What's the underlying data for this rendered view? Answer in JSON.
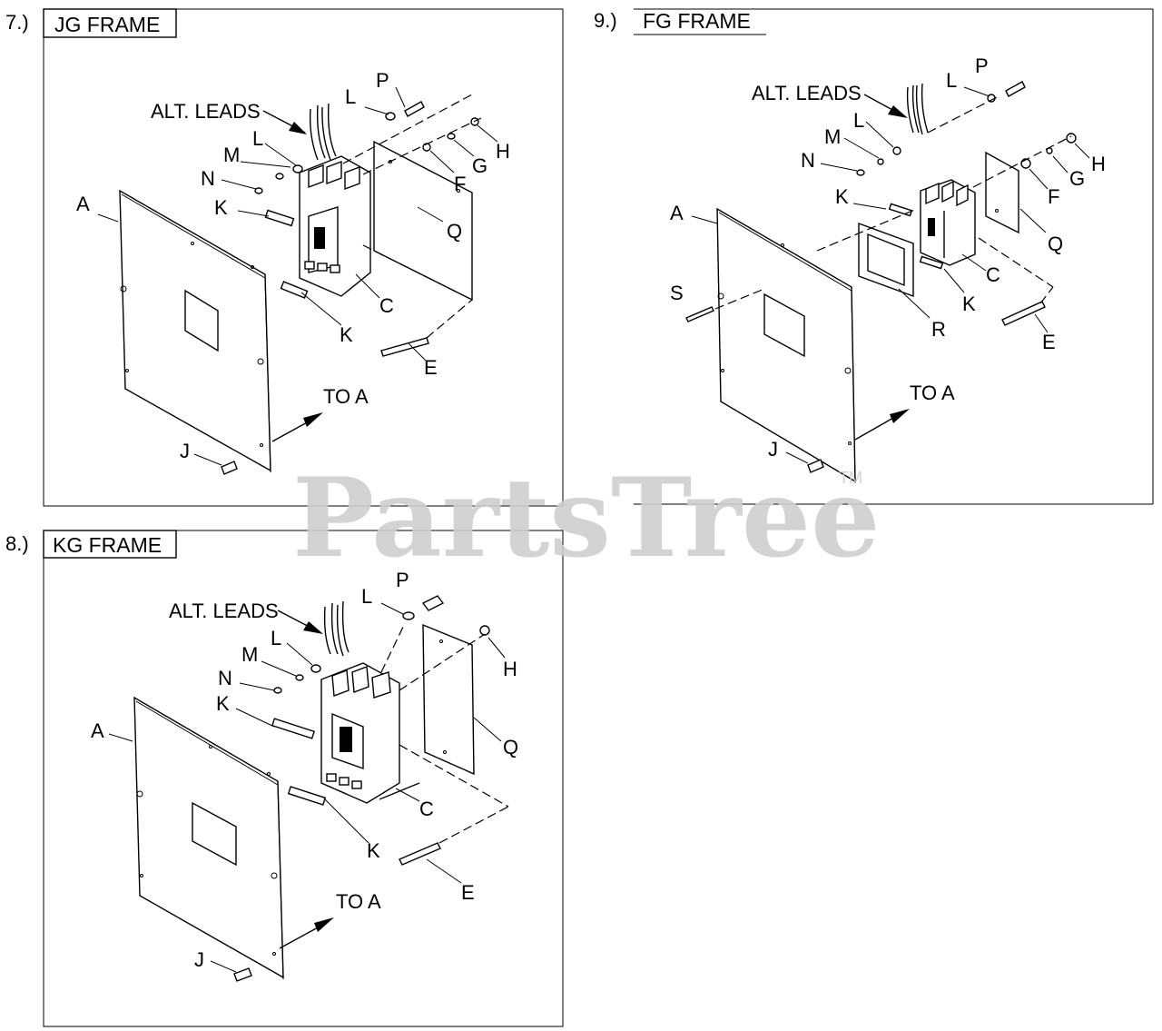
{
  "watermark": {
    "text": "PartsTree",
    "trademark": "TM"
  },
  "panels": [
    {
      "number": "7.)",
      "title": "JG FRAME",
      "labels": {
        "alt_leads": "ALT. LEADS",
        "P": "P",
        "L1": "L",
        "L2": "L",
        "M": "M",
        "N": "N",
        "G": "G",
        "H": "H",
        "F": "F",
        "A": "A",
        "K1": "K",
        "K2": "K",
        "Q": "Q",
        "C": "C",
        "E": "E",
        "to_a": "TO A",
        "J": "J"
      }
    },
    {
      "number": "8.)",
      "title": "KG FRAME",
      "labels": {
        "alt_leads": "ALT. LEADS",
        "P": "P",
        "L1": "L",
        "L2": "L",
        "M": "M",
        "N": "N",
        "H": "H",
        "A": "A",
        "K1": "K",
        "K2": "K",
        "Q": "Q",
        "C": "C",
        "E": "E",
        "to_a": "TO A",
        "J": "J"
      }
    },
    {
      "number": "9.)",
      "title": "FG FRAME",
      "labels": {
        "alt_leads": "ALT. LEADS",
        "P": "P",
        "L1": "L",
        "L2": "L",
        "M": "M",
        "N": "N",
        "H": "H",
        "G": "G",
        "F": "F",
        "K1": "K",
        "K2": "K",
        "A": "A",
        "Q": "Q",
        "S": "S",
        "C": "C",
        "R": "R",
        "E": "E",
        "to_a": "TO A",
        "J": "J"
      }
    }
  ]
}
